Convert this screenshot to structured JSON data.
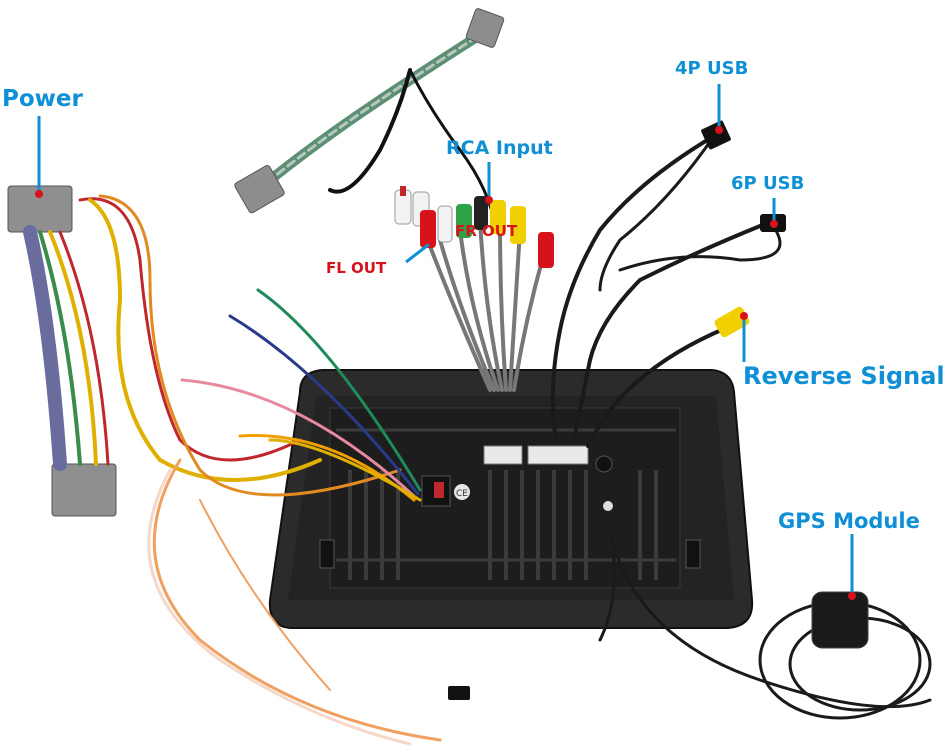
{
  "labels": {
    "power": "Power",
    "rca_input": "RCA Input",
    "usb_4p": "4P USB",
    "usb_6p": "6P USB",
    "fl_out": "FL OUT",
    "fr_out": "FR OUT",
    "reverse_signal": "Reverse Signal",
    "gps_module": "GPS Module"
  },
  "colors": {
    "callout_blue": "#0e8fd6",
    "callout_red": "#d8121b",
    "housing": "#2a2a2a"
  }
}
